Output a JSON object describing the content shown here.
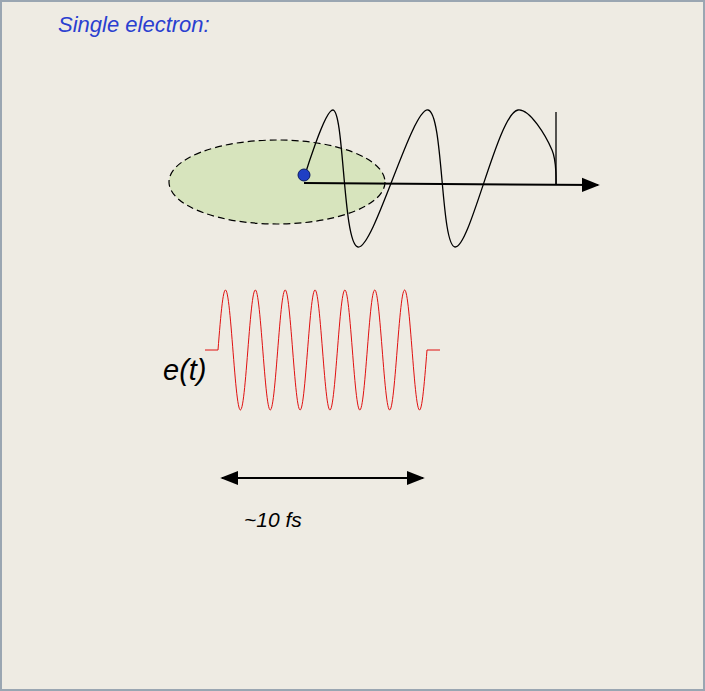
{
  "diagram": {
    "title": "Single electron:",
    "labels": [
      "e(t)",
      "~10 fs"
    ]
  }
}
